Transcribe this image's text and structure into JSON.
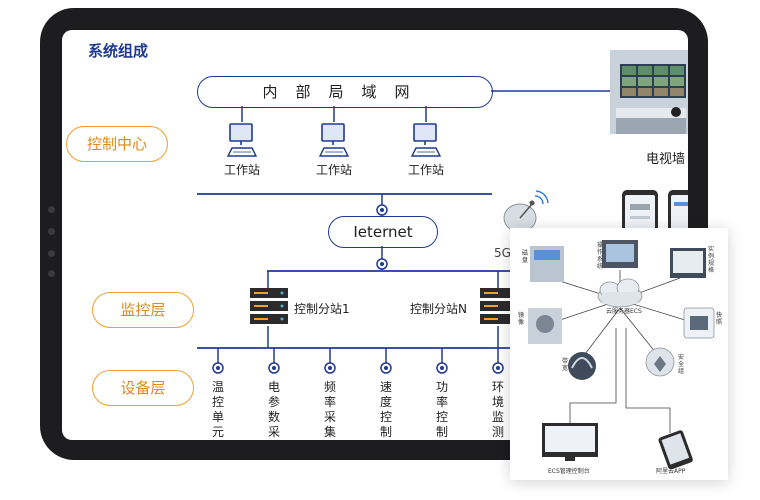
{
  "title": "系统组成",
  "lan_label": "内部局域网",
  "layers": {
    "control_center": "控制中心",
    "monitor_layer": "监控层",
    "device_layer": "设备层"
  },
  "workstations": [
    "工作站",
    "工作站",
    "工作站"
  ],
  "internet_label": "Ieternet",
  "stations": [
    "控制分站1",
    "控制分站N"
  ],
  "devices": [
    "温控单元",
    "电参数采集",
    "频率采集",
    "速度控制",
    "功率控制",
    "环境监测"
  ],
  "tv_wall_label": "电视墙",
  "label_5g": "5G",
  "cloud": {
    "center": "云服务器ECS",
    "nodes": [
      "操作系统",
      "实例规格",
      "磁盘",
      "镜像",
      "快照",
      "带宽",
      "安全组"
    ],
    "console": "ECS管理控制台",
    "app": "阿里云APP"
  },
  "colors": {
    "navy": "#1f3a93",
    "orange": "#f0a030",
    "device_frame": "#1d1d1f"
  }
}
